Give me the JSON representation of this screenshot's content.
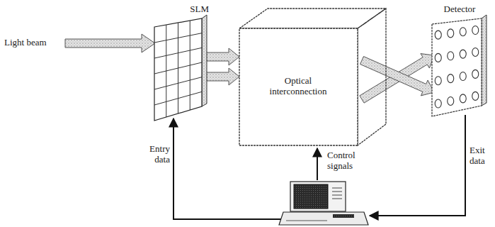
{
  "diagram": {
    "nodes": [
      {
        "text": [
          "SLM"
        ]
      },
      {
        "text": [
          "Optical interconnection"
        ]
      },
      {
        "text": [
          "Detector"
        ]
      }
    ],
    "edges": [
      {
        "from": 0,
        "to": 1,
        "arrow": "to"
      },
      {
        "from": 0,
        "to": 1,
        "arrow": "to"
      },
      {
        "from": 1,
        "to": 2,
        "arrow": "to"
      },
      {
        "from": 1,
        "to": 2,
        "arrow": "to"
      }
    ],
    "labels": [
      "Light beam",
      "Entry data",
      "Control signals",
      "Exit data"
    ]
  }
}
